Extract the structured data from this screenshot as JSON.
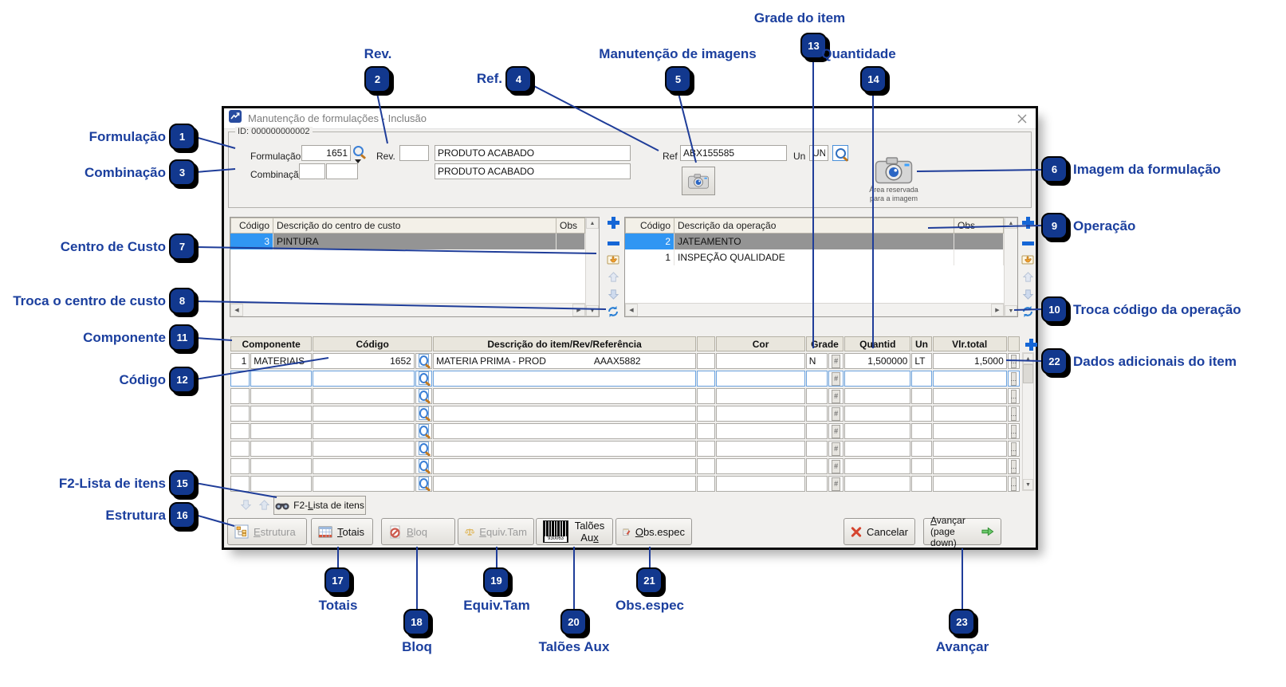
{
  "window": {
    "title": "Manutenção de formulações - Inclusão"
  },
  "header": {
    "group_label": "ID: 000000000002",
    "formulacao": {
      "label": "Formulação",
      "value": "1651"
    },
    "rev": {
      "label": "Rev.",
      "value": ""
    },
    "descricao1": "PRODUTO ACABADO",
    "combinacao": {
      "label": "Combinação",
      "value1": "",
      "value2": ""
    },
    "descricao2": "PRODUTO ACABADO",
    "ref": {
      "label": "Ref",
      "value": "ABX155585"
    },
    "un": {
      "label": "Un",
      "value": "UN"
    },
    "image_area": {
      "line1": "Área reservada",
      "line2": "para a imagem"
    }
  },
  "cost_center_table": {
    "col_codigo": "Código",
    "col_desc": "Descrição do centro de custo",
    "col_obs": "Obs",
    "rows": [
      {
        "codigo": "3",
        "descricao": "PINTURA",
        "obs": ""
      }
    ]
  },
  "operation_table": {
    "col_codigo": "Código",
    "col_desc": "Descrição da operação",
    "col_obs": "Obs",
    "rows": [
      {
        "codigo": "2",
        "descricao": "JATEAMENTO",
        "obs": ""
      },
      {
        "codigo": "1",
        "descricao": "INSPEÇÃO QUALIDADE",
        "obs": ""
      }
    ]
  },
  "items_grid": {
    "col_componente": "Componente",
    "col_codigo": "Código",
    "col_descricao": "Descrição do item/Rev/Referência",
    "col_cor": "Cor",
    "col_grade": "Grade",
    "col_quantid": "Quantid",
    "col_un": "Un",
    "col_vlrtotal": "Vlr.total",
    "hash_glyph": "#",
    "dots_glyph": "...",
    "row1": {
      "num": "1",
      "componente": "MATERIAIS",
      "codigo": "1652",
      "descricao": "MATERIA PRIMA - PROD",
      "referencia": "AAAX5882",
      "cor": "",
      "grade": "N",
      "quantid": "1,500000",
      "un": "LT",
      "vlr_total": "1,5000"
    }
  },
  "footer": {
    "f2_tab": {
      "pre": "F2-",
      "u": "L",
      "post": "ista de itens"
    },
    "estrutura": {
      "u": "E",
      "post": "strutura"
    },
    "totais": {
      "u": "T",
      "post": "otais"
    },
    "bloq": {
      "u": "B",
      "post": "loq"
    },
    "equiv_tam": {
      "u": "E",
      "post": "quiv.Tam"
    },
    "taloes_aux": {
      "pre": "Talões Au",
      "u": "x",
      "post": ""
    },
    "barcode_number": "930063",
    "obs_espec": {
      "u": "O",
      "post": "bs.espec"
    },
    "cancelar": "Cancelar",
    "avancar": {
      "u": "A",
      "post": "vançar",
      "line2": "(page down)"
    }
  },
  "callouts": {
    "c1": {
      "n": "1",
      "label": "Formulação"
    },
    "c2": {
      "n": "2",
      "label": "Rev."
    },
    "c3": {
      "n": "3",
      "label": "Combinação"
    },
    "c4": {
      "n": "4",
      "label": "Ref."
    },
    "c5": {
      "n": "5",
      "label": "Manutenção de imagens"
    },
    "c6": {
      "n": "6",
      "label": "Imagem da formulação"
    },
    "c7": {
      "n": "7",
      "label": "Centro de Custo"
    },
    "c8": {
      "n": "8",
      "label": "Troca o centro de custo"
    },
    "c9": {
      "n": "9",
      "label": "Operação"
    },
    "c10": {
      "n": "10",
      "label": "Troca código da operação"
    },
    "c11": {
      "n": "11",
      "label": "Componente"
    },
    "c12": {
      "n": "12",
      "label": "Código"
    },
    "c13": {
      "n": "13",
      "label": "Grade do item"
    },
    "c14": {
      "n": "14",
      "label": "Quantidade"
    },
    "c15": {
      "n": "15",
      "label": "F2-Lista de itens"
    },
    "c16": {
      "n": "16",
      "label": "Estrutura"
    },
    "c17": {
      "n": "17",
      "label": "Totais"
    },
    "c18": {
      "n": "18",
      "label": "Bloq"
    },
    "c19": {
      "n": "19",
      "label": "Equiv.Tam"
    },
    "c20": {
      "n": "20",
      "label": "Talões Aux"
    },
    "c21": {
      "n": "21",
      "label": "Obs.espec"
    },
    "c22": {
      "n": "22",
      "label": "Dados adicionais do item"
    },
    "c23": {
      "n": "23",
      "label": "Avançar"
    }
  },
  "colors": {
    "bubble": "#12388e",
    "callout_label": "#1b3f9e",
    "callout_line": "#1f3d99",
    "selection_blue": "#3096f3",
    "selected_row_gray": "#949494",
    "active_cell_yellow": "#fdfbc0"
  }
}
